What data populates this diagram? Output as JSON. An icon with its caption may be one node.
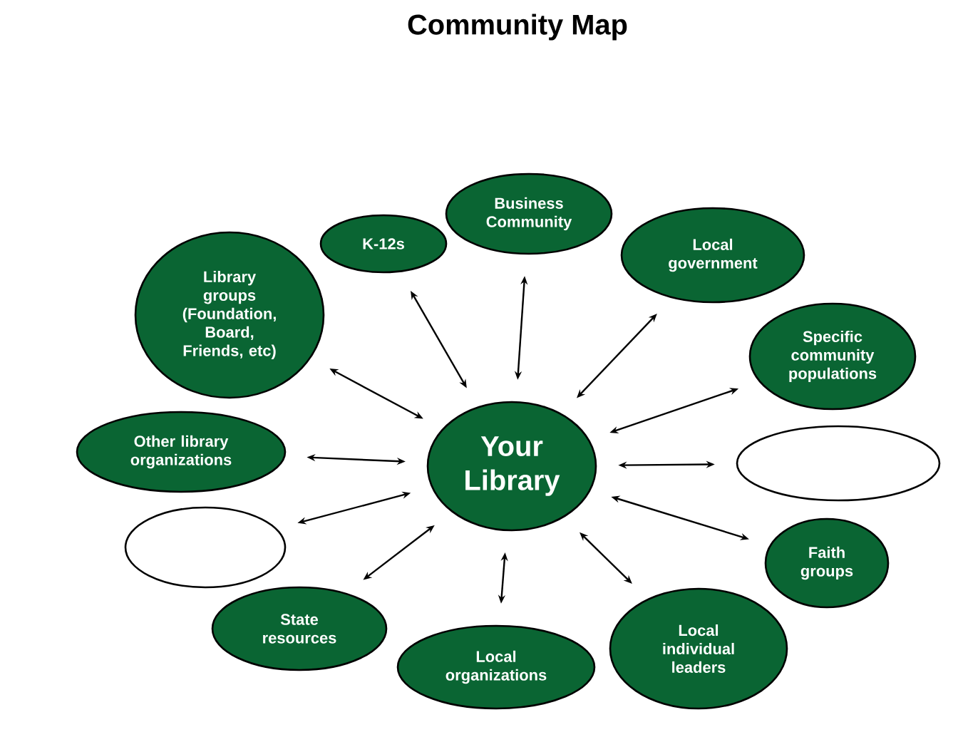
{
  "diagram": {
    "title": "Community Map",
    "nodes": [
      {
        "text": [
          "Your Library"
        ]
      },
      {
        "text": [
          "K-12s"
        ]
      },
      {
        "text": [
          "Business Community"
        ]
      },
      {
        "text": [
          "Local government"
        ]
      },
      {
        "text": [
          "Specific community populations"
        ]
      },
      {
        "text": [],
        "shape": "ellipse"
      },
      {
        "text": [
          "Faith groups"
        ]
      },
      {
        "text": [
          "Local individual leaders"
        ]
      },
      {
        "text": [
          "Local organizations"
        ]
      },
      {
        "text": [
          "State resources"
        ]
      },
      {
        "text": [],
        "shape": "ellipse"
      },
      {
        "text": [
          "Other library organizations"
        ]
      },
      {
        "text": [
          "Library groups (Foundation, Board, Friends, etc)"
        ]
      }
    ],
    "edges": [
      {
        "from": 0,
        "to": 1,
        "arrow": "both"
      },
      {
        "from": 0,
        "to": 2,
        "arrow": "both"
      },
      {
        "from": 0,
        "to": 3,
        "arrow": "both"
      },
      {
        "from": 0,
        "to": 4,
        "arrow": "both"
      },
      {
        "from": 0,
        "to": 5,
        "arrow": "both"
      },
      {
        "from": 0,
        "to": 6,
        "arrow": "both"
      },
      {
        "from": 0,
        "to": 7,
        "arrow": "both"
      },
      {
        "from": 0,
        "to": 8,
        "arrow": "both"
      },
      {
        "from": 0,
        "to": 9,
        "arrow": "both"
      },
      {
        "from": 0,
        "to": 10,
        "arrow": "both"
      },
      {
        "from": 0,
        "to": 11,
        "arrow": "both"
      },
      {
        "from": 0,
        "to": 12,
        "arrow": "both"
      }
    ]
  }
}
